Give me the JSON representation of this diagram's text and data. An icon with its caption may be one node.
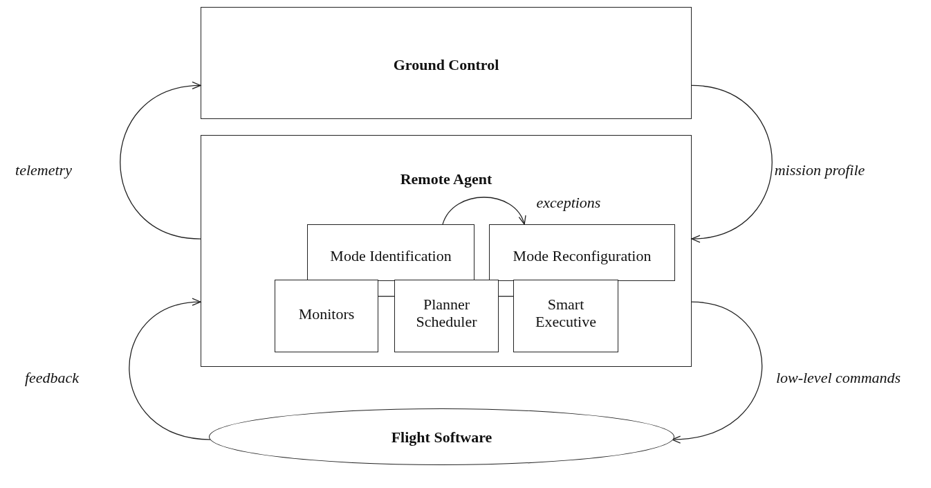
{
  "diagram": {
    "nodes": [
      {
        "text": [
          "Ground Control"
        ]
      },
      {
        "text": [
          "Remote Agent"
        ]
      },
      {
        "text": [
          "Mode Identification"
        ],
        "in": 1
      },
      {
        "text": [
          "Mode Reconfiguration"
        ],
        "in": 1
      },
      {
        "text": [
          "Monitors"
        ],
        "in": 1
      },
      {
        "text": [
          "Planner Scheduler"
        ],
        "in": 1
      },
      {
        "text": [
          "Smart Executive"
        ],
        "in": 1
      },
      {
        "text": [
          "Flight Software"
        ]
      }
    ],
    "edges": [
      {
        "from": 1,
        "to": 0,
        "arrow": "to",
        "label": "telemetry"
      },
      {
        "from": 0,
        "to": 1,
        "arrow": "to",
        "label": "mission profile"
      },
      {
        "from": 2,
        "to": 3,
        "arrow": "to",
        "label": "exceptions"
      },
      {
        "from": 4,
        "to": 5,
        "arrow": "none"
      },
      {
        "from": 5,
        "to": 6,
        "arrow": "none"
      },
      {
        "from": 7,
        "to": 1,
        "arrow": "to",
        "label": "feedback"
      },
      {
        "from": 1,
        "to": 7,
        "arrow": "to",
        "label": "low-level commands"
      }
    ]
  }
}
